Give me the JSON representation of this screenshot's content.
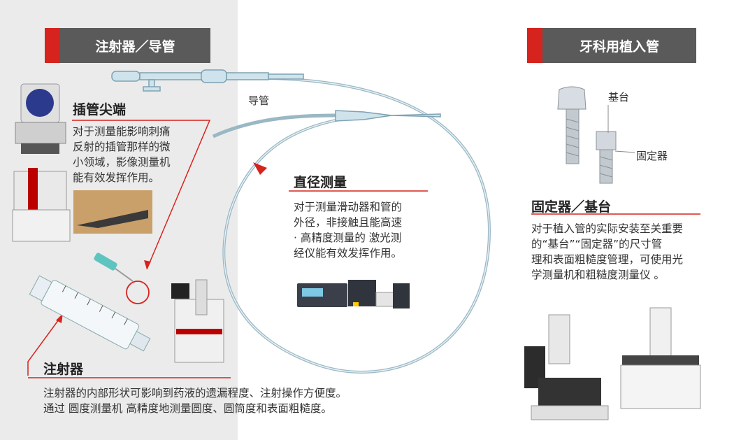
{
  "left_header": "注射器／导管",
  "right_header": "牙科用植入管",
  "catheter_tip": {
    "title": "插管尖端",
    "lines": [
      "对于测量能影响刺痛",
      "反射的插管那样的微",
      "小领域，影像测量机",
      "能有效发挥作用。"
    ]
  },
  "catheter_label": "导管",
  "diameter": {
    "title": "直径测量",
    "lines": [
      "对于测量滑动器和管的",
      "外径，非接触且能高速",
      "· 高精度测量的 激光测",
      "经仪能有效发挥作用。"
    ]
  },
  "syringe": {
    "title": "注射器",
    "lines": [
      "注射器的内部形状可影响到药液的遗漏程度、注射操作方便度。",
      "通过 圆度测量机 高精度地测量圆度、圆筒度和表面粗糙度。"
    ]
  },
  "implant": {
    "label_abutment": "基台",
    "label_fixture": "固定器",
    "title": "固定器／基台",
    "lines": [
      "对于植入管的实际安装至关重要",
      "的“基台”“固定器”的尺寸管",
      "理和表面粗糙度管理，可使用光",
      "学测量机和粗糙度测量仪 。"
    ]
  },
  "colors": {
    "accent_red": "#d7231e",
    "header_gray": "#5a5a5a",
    "left_bg": "#ebebeb"
  }
}
